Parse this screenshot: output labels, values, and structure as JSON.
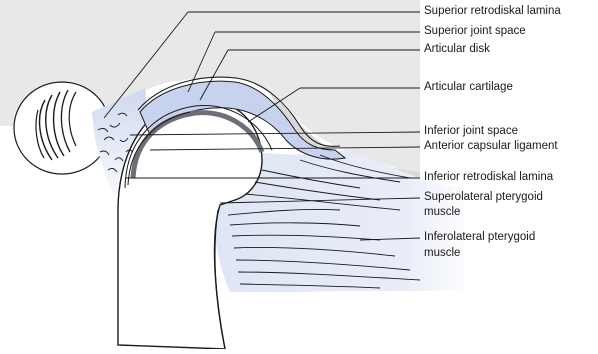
{
  "labels": {
    "superior_retrodiskal_lamina": "Superior retrodiskal lamina",
    "superior_joint_space": "Superior joint space",
    "articular_disk": "Articular disk",
    "articular_cartilage": "Articular cartilage",
    "inferior_joint_space": "Inferior joint space",
    "anterior_capsular_ligament": "Anterior capsular ligament",
    "inferior_retrodiskal_lamina": "Inferior retrodiskal lamina",
    "superolateral_pterygoid_1": "Superolateral pterygoid",
    "superolateral_pterygoid_2": "muscle",
    "inferolateral_pterygoid_1": "Inferolateral pterygoid",
    "inferolateral_pterygoid_2": "muscle"
  },
  "colors": {
    "bone_gray": "#e7e7e7",
    "disk_blue": "#c9d3ee",
    "tissue_blue": "#dde3f4",
    "muscle_blue": "#e3e8f6",
    "cartilage_dark": "#6e6e78",
    "ink": "#1a1a1a"
  }
}
